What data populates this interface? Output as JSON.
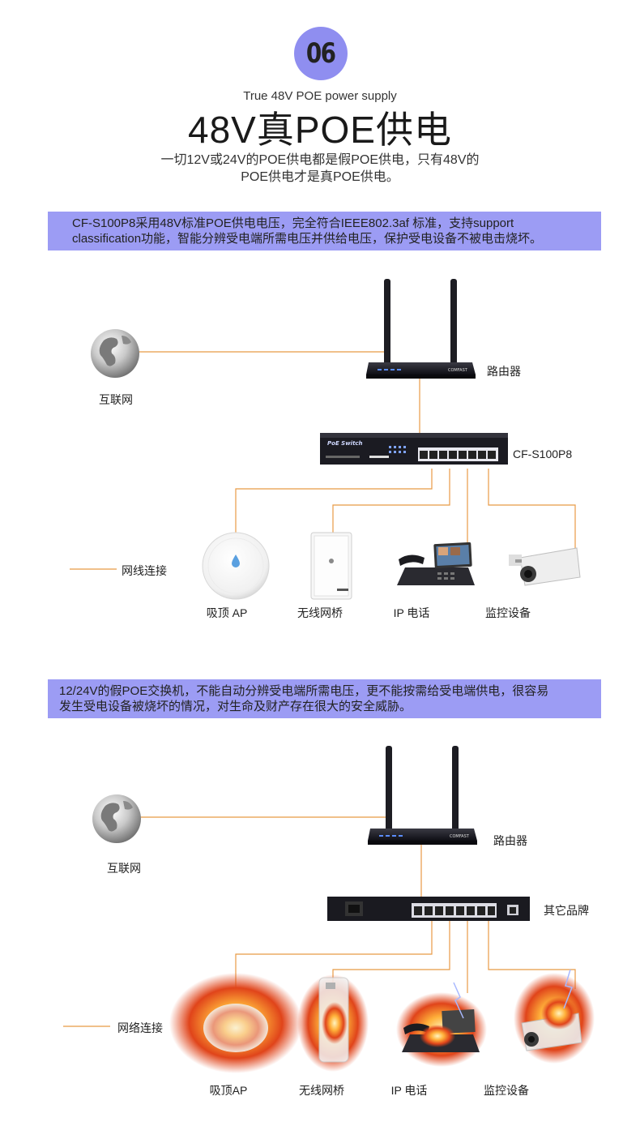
{
  "badge": {
    "number": "06"
  },
  "header": {
    "subtitle_en": "True 48V POE power supply",
    "title": "48V真POE供电",
    "intro_line1": "一切12V或24V的POE供电都是假POE供电，只有48V的",
    "intro_line2": "POE供电才是真POE供电。"
  },
  "section1": {
    "banner_line1": "CF-S100P8采用48V标准POE供电电压，完全符合IEEE802.3af 标准，支持support",
    "banner_line2": "classification功能，智能分辨受电端所需电压并供给电压，保护受电设备不被电击烧坏。",
    "internet_label": "互联网",
    "router_label": "路由器",
    "switch_label": "CF-S100P8",
    "switch_panel_text": "PoE Switch",
    "legend_label": "网线连接",
    "devices": [
      "吸顶 AP",
      "无线网桥",
      "IP 电话",
      "监控设备"
    ]
  },
  "section2": {
    "banner_line1": "12/24V的假POE交换机，不能自动分辨受电端所需电压，更不能按需给受电端供电，很容易",
    "banner_line2": "发生受电设备被烧坏的情况，对生命及财产存在很大的安全威胁。",
    "internet_label": "互联网",
    "router_label": "路由器",
    "switch_label": "其它品牌",
    "legend_label": "网络连接",
    "devices": [
      "吸顶AP",
      "无线网桥",
      "IP 电话",
      "监控设备"
    ]
  },
  "router_brand": "COMFAST",
  "colors": {
    "accent": "#9c9cf4",
    "line": "#e89a45",
    "badge": "#8f8ef0"
  }
}
